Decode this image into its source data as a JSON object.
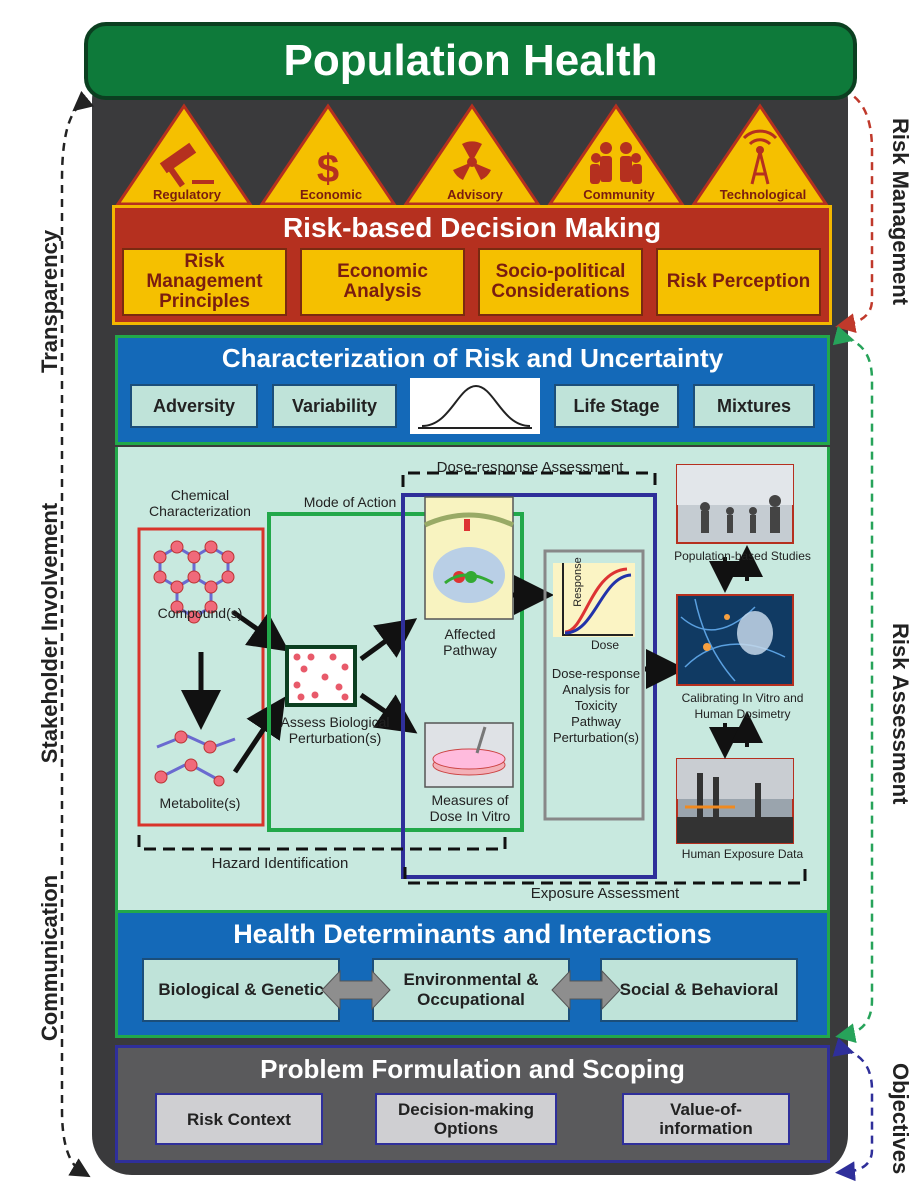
{
  "title": "Population Health",
  "side_labels": {
    "left": [
      "Transparency",
      "Stakeholder Involvement",
      "Communication"
    ],
    "right": [
      "Risk Management",
      "Risk Assessment",
      "Objectives"
    ]
  },
  "triangles": [
    "Regulatory",
    "Economic",
    "Advisory",
    "Community",
    "Technological"
  ],
  "decision": {
    "title": "Risk-based Decision Making",
    "boxes": [
      "Risk Management Principles",
      "Economic Analysis",
      "Socio-political Considerations",
      "Risk Perception"
    ]
  },
  "characterization": {
    "title": "Characterization of Risk and Uncertainty",
    "boxes": [
      "Adversity",
      "Variability",
      "Life Stage",
      "Mixtures"
    ]
  },
  "assessment": {
    "chemical_characterization": "Chemical Characterization",
    "compounds": "Compound(s)",
    "metabolites": "Metabolite(s)",
    "mode_of_action": "Mode of Action",
    "assess_bio": "Assess Biological Perturbation(s)",
    "dose_response_assessment": "Dose-response Assessment",
    "affected_pathway": "Affected Pathway",
    "measures_dose": "Measures of Dose In Vitro",
    "response_axis": "Response",
    "dose_axis": "Dose",
    "dr_analysis": "Dose-response Analysis for Toxicity Pathway Perturbation(s)",
    "population_studies": "Population-based Studies",
    "calibrating": "Calibrating In Vitro and Human Dosimetry",
    "human_exposure": "Human Exposure Data",
    "hazard_identification": "Hazard Identification",
    "exposure_assessment": "Exposure Assessment"
  },
  "health": {
    "title": "Health Determinants and Interactions",
    "boxes": [
      "Biological & Genetic",
      "Environmental & Occupational",
      "Social & Behavioral"
    ]
  },
  "problem": {
    "title": "Problem Formulation and Scoping",
    "boxes": [
      "Risk Context",
      "Decision-making Options",
      "Value-of-information"
    ]
  },
  "colors": {
    "green": "#0e7a3a",
    "red": "#b5301f",
    "yellow": "#f5c000",
    "blue": "#1469b8",
    "light_teal": "#c8e9df",
    "navy": "#2f2f9a"
  }
}
